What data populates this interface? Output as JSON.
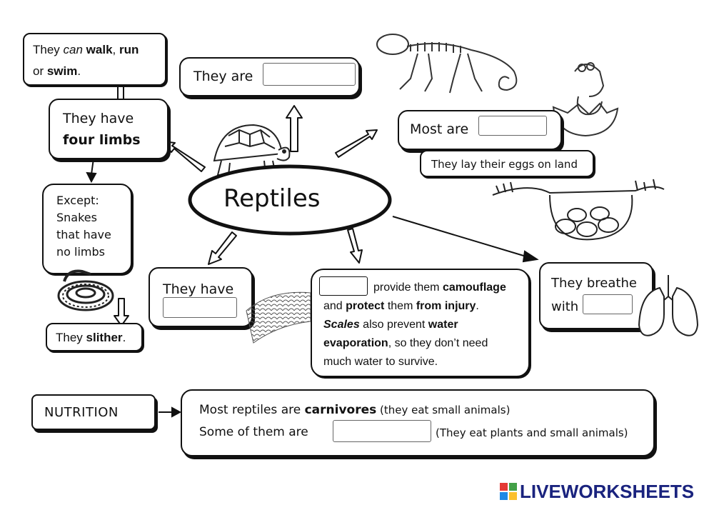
{
  "walk_box": {
    "l1_a": "They ",
    "l1_can": "can",
    "l1_walk": " walk",
    "l1_comma": ", ",
    "l1_run": "run",
    "l2_or": "or ",
    "l2_swim": "swim",
    "l2_end": "."
  },
  "they_are_box": {
    "label": "They are"
  },
  "four_limbs_box": {
    "line1": "They have",
    "line2": "four limbs"
  },
  "most_are_box": {
    "label": "Most are"
  },
  "eggs_box": {
    "label": "They lay their eggs on land"
  },
  "center": {
    "title": "Reptiles"
  },
  "except_box": {
    "line1": "Except:",
    "line2": "Snakes",
    "line3": "that have",
    "line4": "no limbs"
  },
  "slither_box": {
    "a": "They ",
    "b": "slither",
    "c": "."
  },
  "they_have_box": {
    "label": "They have"
  },
  "scales_box": {
    "l1": "provide them ",
    "l1b": "camouflage",
    "l2a": "and ",
    "l2b": "protect",
    "l2c": " them ",
    "l2d": "from injury",
    "l2e": ".",
    "l3a": "Scales",
    "l3b": " also prevent ",
    "l3c": "water",
    "l4a": "evaporation",
    "l4b": ", so they don’t need",
    "l5": "much water to survive."
  },
  "breathe_box": {
    "line1": "They breathe",
    "line2": "with"
  },
  "nutrition": {
    "label": "NUTRITION"
  },
  "nutrition_box": {
    "l1a": "Most reptiles are ",
    "l1b": "carnivores",
    "l1c": " (they eat small animals)",
    "l2a": "Some of them are",
    "l2c": "(They eat plants and small animals)"
  },
  "logo": {
    "text": "LIVEWORKSHEETS",
    "colors": [
      "#e53935",
      "#43a047",
      "#1e88e5",
      "#fbc02d"
    ]
  }
}
